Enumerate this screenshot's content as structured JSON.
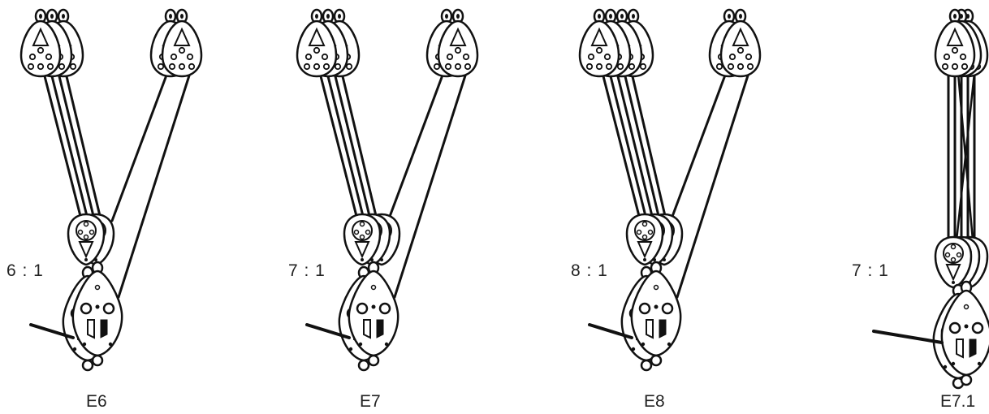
{
  "diagrams": [
    {
      "ratio": "6 : 1",
      "code": "E6"
    },
    {
      "ratio": "7 : 1",
      "code": "E7"
    },
    {
      "ratio": "8 : 1",
      "code": "E8"
    },
    {
      "ratio": "7 : 1",
      "code": "E7.1"
    }
  ]
}
